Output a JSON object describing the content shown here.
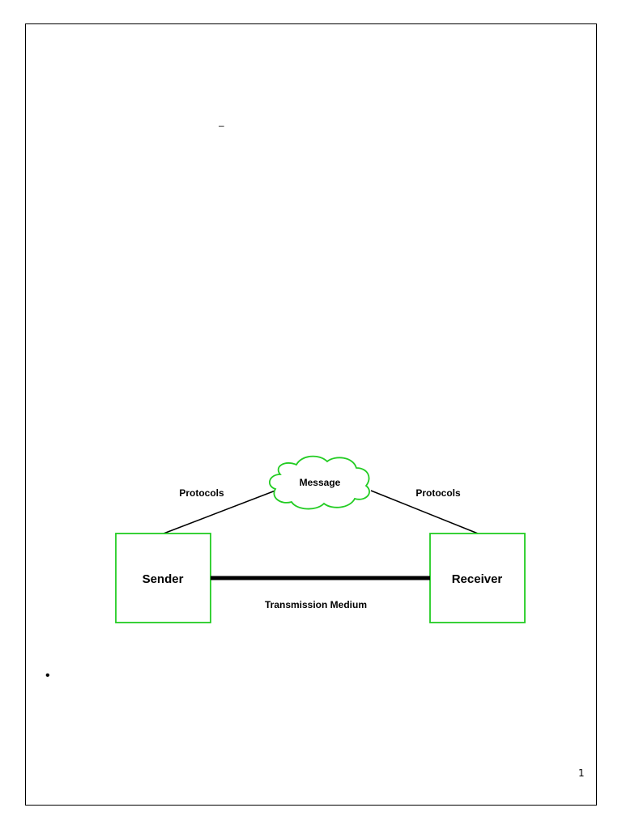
{
  "page": {
    "dash_text": "–",
    "bullet_text": "•",
    "page_number": "1"
  },
  "diagram": {
    "sender_label": "Sender",
    "receiver_label": "Receiver",
    "message_label": "Message",
    "protocols_left_label": "Protocols",
    "protocols_right_label": "Protocols",
    "medium_label": "Transmission Medium",
    "box_color": "#22cc22",
    "cloud_color": "#22cc22",
    "line_color": "#000000"
  }
}
